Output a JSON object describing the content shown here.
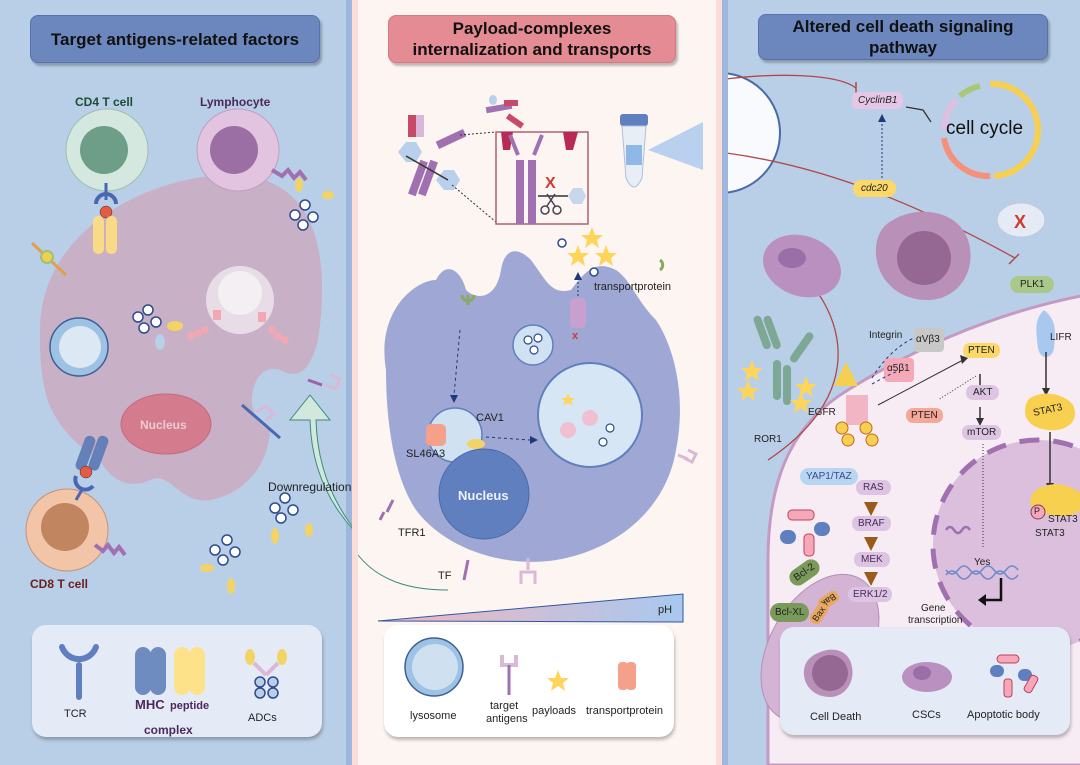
{
  "panels": {
    "left": {
      "title": "Target antigens-related factors",
      "cells": {
        "cd4": "CD4 T cell",
        "lymphocyte": "Lymphocyte",
        "cd8": "CD8 T cell",
        "nucleus": "Nucleus"
      },
      "annotations": {
        "downregulation": "Downregulation"
      },
      "legend": {
        "tcr": "TCR",
        "mhc": "MHC",
        "peptide": "peptide",
        "complex": "complex",
        "adcs": "ADCs"
      },
      "colors": {
        "title_bg": "#6b87bd",
        "background": "#b9cfe7"
      }
    },
    "middle": {
      "title_line1": "Payload-complexes",
      "title_line2": "internalization and transports",
      "labels": {
        "transportprotein": "transportprotein",
        "cav1": "CAV1",
        "sl46a3": "SL46A3",
        "nucleus": "Nucleus",
        "tfr1": "TFR1",
        "tf": "TF",
        "ph": "pH"
      },
      "legend": {
        "lysosome": "lysosome",
        "target_antigens_1": "target",
        "target_antigens_2": "antigens",
        "payloads": "payloads",
        "transportprotein": "transportprotein"
      },
      "colors": {
        "title_bg": "#e58b93",
        "background": "#fdf5f1"
      }
    },
    "right": {
      "title_line1": "Altered cell death signaling",
      "title_line2": "pathway",
      "labels": {
        "cyclinb1": "CyclinB1",
        "cell_cycle": "cell cycle",
        "cdc20": "cdc20",
        "plk1": "PLK1",
        "integrin": "Integrin",
        "avb3": "αVβ3",
        "a5b1": "α5β1",
        "pten_top": "PTEN",
        "pten_bottom": "PTEN",
        "akt": "AKT",
        "mtor": "mTOR",
        "egfr": "EGFR",
        "ror1": "ROR1",
        "lifr": "LIFR",
        "stat3": "STAT3",
        "stat3_p": "STAT3",
        "stat3_b": "STAT3",
        "p": "P",
        "yap": "YAP1/TAZ",
        "ras": "RAS",
        "braf": "BRAF",
        "mek": "MEK",
        "erk": "ERK1/2",
        "bcl2": "Bcl-2",
        "bclxl": "Bcl-XL",
        "bak": "Bak",
        "bax": "Bax",
        "yes": "Yes",
        "gene_transcription_1": "Gene",
        "gene_transcription_2": "transcription"
      },
      "legend": {
        "cell_death": "Cell Death",
        "cscs": "CSCs",
        "apoptotic_body": "Apoptotic body"
      },
      "colors": {
        "title_bg": "#6b87bd",
        "background": "#b9cfe7",
        "cytoplasm": "#f7ecf3"
      }
    }
  }
}
